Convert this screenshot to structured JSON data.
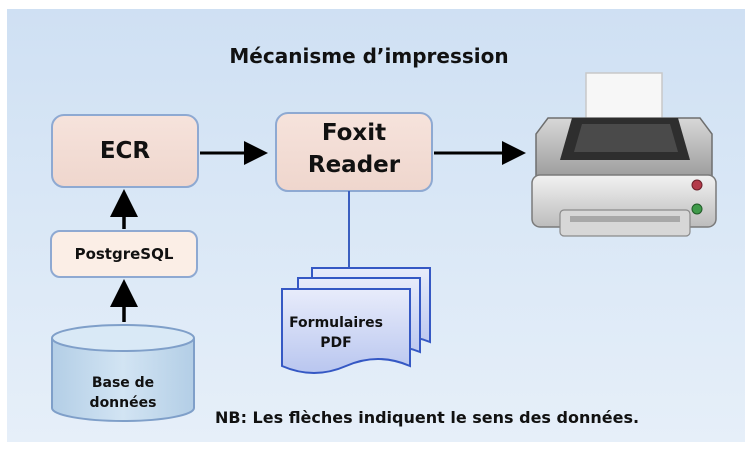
{
  "title": "Mécanisme d’impression",
  "nodes": {
    "ecr": "ECR",
    "foxit_line1": "Foxit",
    "foxit_line2": "Reader",
    "postgres": "PostgreSQL",
    "database_line1": "Base de",
    "database_line2": "données",
    "forms_line1": "Formulaires",
    "forms_line2": "PDF"
  },
  "note": "NB: Les flèches indiquent le sens des données.",
  "icons": {
    "printer": "printer-icon",
    "document_stack": "document-stack-icon",
    "database": "database-icon"
  },
  "colors": {
    "background": "#d5e4f5",
    "box_fill": "#f3ded6",
    "box_stroke": "#8ea9d2",
    "database_fill": "#c5dcee",
    "document_fill": "#cfd8f5",
    "arrow": "#000000"
  }
}
